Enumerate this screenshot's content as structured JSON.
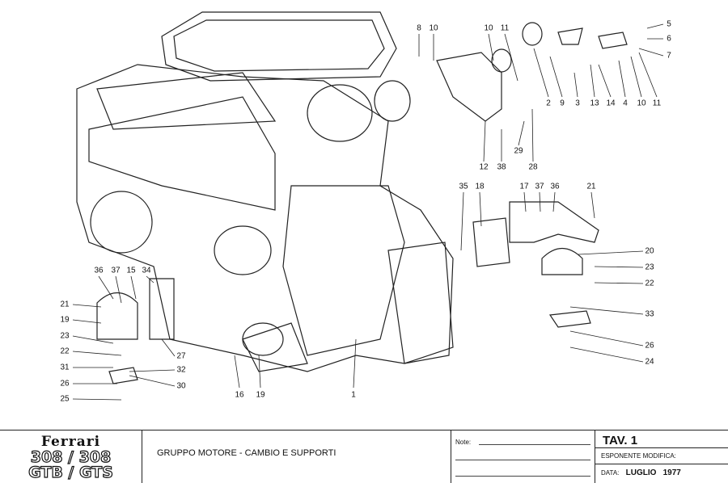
{
  "callouts": [
    "8",
    "10",
    "10",
    "11",
    "5",
    "6",
    "7",
    "2",
    "9",
    "3",
    "13",
    "14",
    "4",
    "10",
    "11",
    "12",
    "38",
    "29",
    "28",
    "35",
    "18",
    "17",
    "37",
    "36",
    "21",
    "20",
    "23",
    "22",
    "33",
    "26",
    "24",
    "36",
    "37",
    "15",
    "34",
    "21",
    "19",
    "23",
    "22",
    "31",
    "26",
    "25",
    "27",
    "32",
    "30",
    "16",
    "19",
    "1"
  ],
  "title_block": {
    "logo": {
      "brand": "Ferrari",
      "model_line1": "308 / 308",
      "model_line2": "GTB / GTS"
    },
    "description": "GRUPPO MOTORE - CAMBIO E SUPPORTI",
    "notes_label": "Note:",
    "table": "TAV. 1",
    "modification_label": "ESPONENTE MODIFICA:",
    "date_label": "DATA:",
    "date_month": "LUGLIO",
    "date_year": "1977"
  }
}
